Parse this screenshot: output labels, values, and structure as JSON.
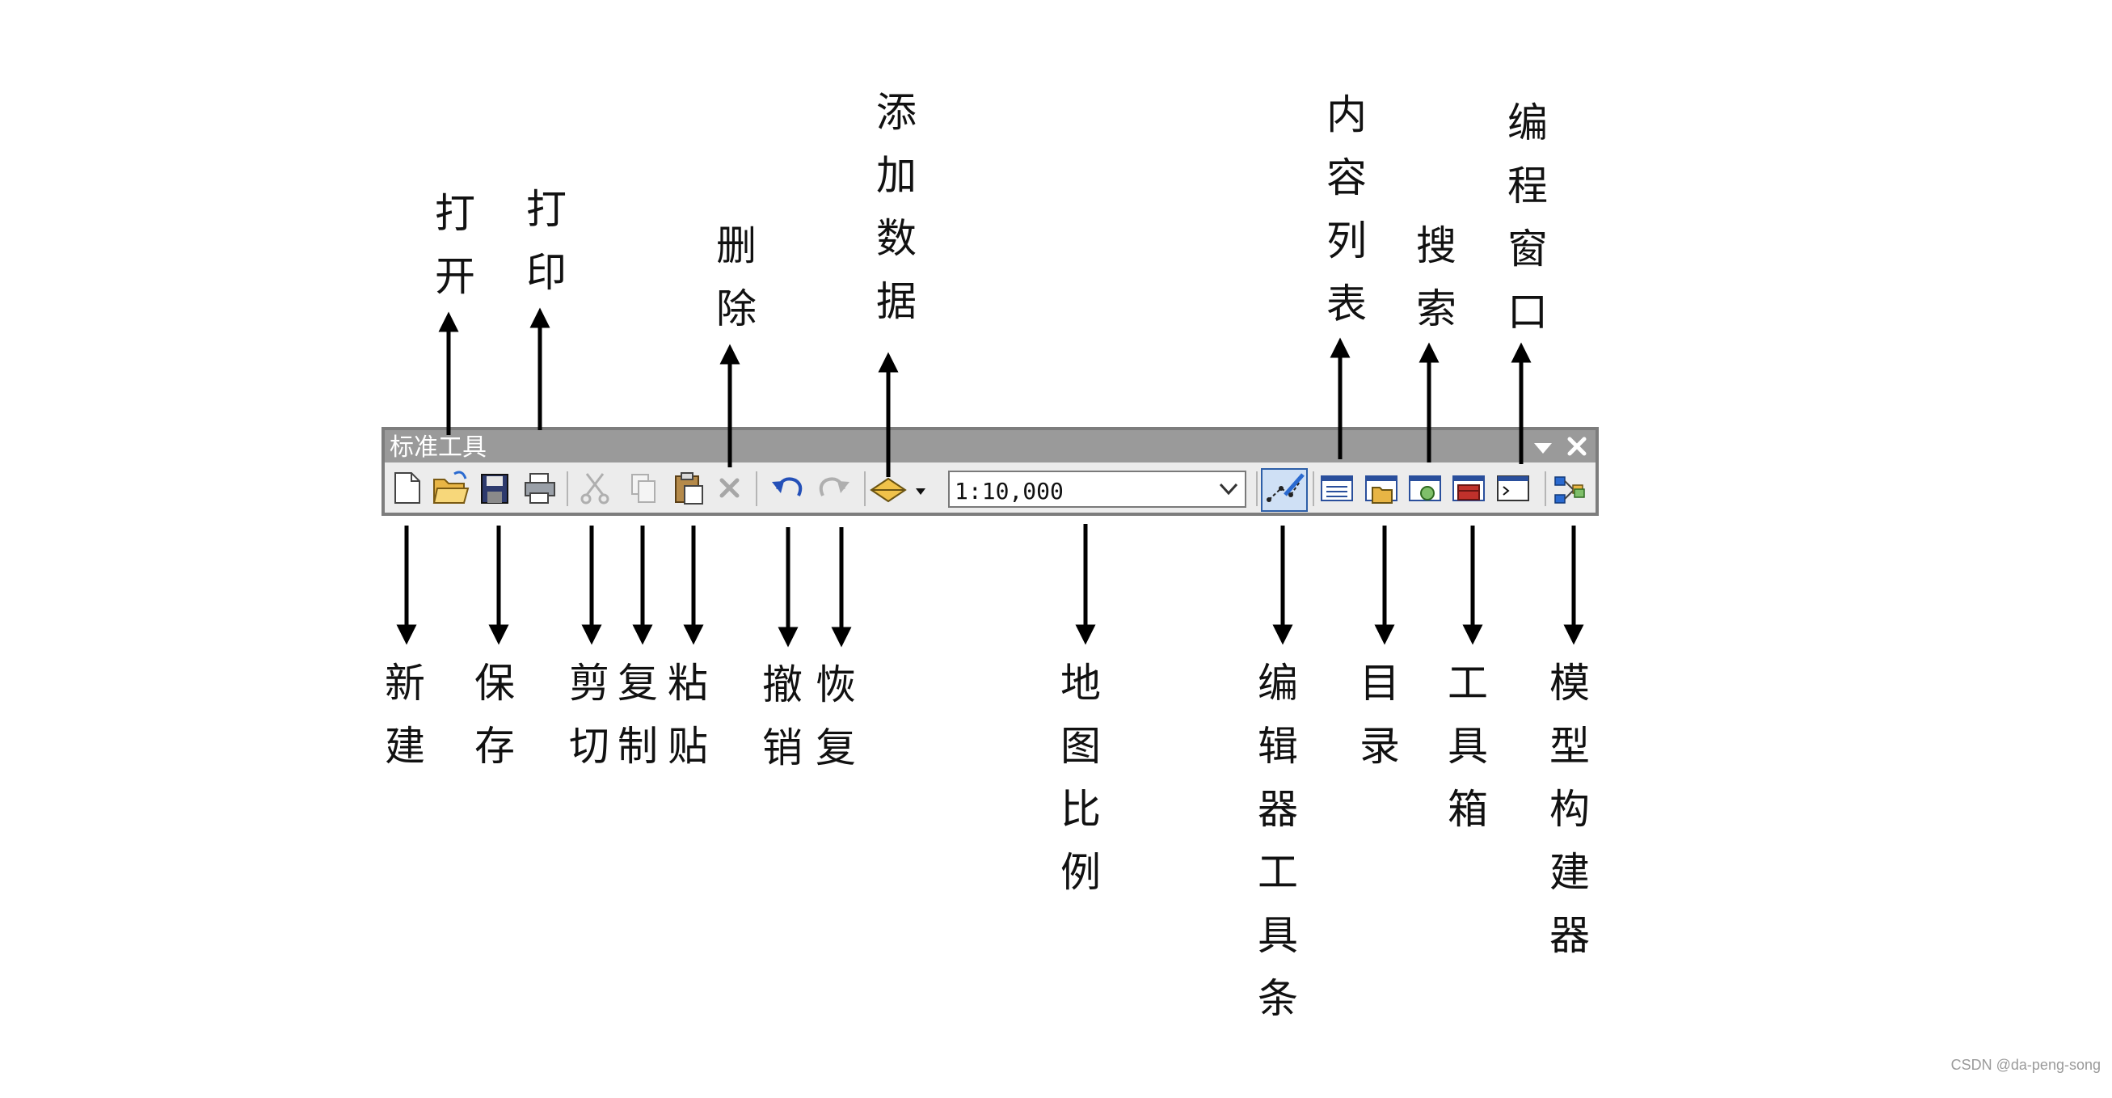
{
  "toolbar": {
    "title": "标准工具",
    "scale_value": "1:10,000",
    "title_bar_color": "#9a9a9a",
    "body_color": "#ececec"
  },
  "labels": {
    "open": "打\n开",
    "print": "打\n印",
    "delete": "删\n除",
    "add_data": "添\n加\n数\n据",
    "toc": "内\n容\n列\n表",
    "search": "搜\n索",
    "python": "编\n程\n窗\n口",
    "new": "新\n建",
    "save": "保\n存",
    "cut": "剪\n切",
    "copy": "复\n制",
    "paste": "粘\n贴",
    "undo": "撤\n销",
    "redo": "恢\n复",
    "map_scale": "地\n图\n比\n例",
    "editor": "编\n辑\n器\n工\n具\n条",
    "catalog": "目\n录",
    "toolbox": "工\n具\n箱",
    "modelbuilder": "模\n型\n构\n建\n器"
  },
  "watermark": "CSDN @da-peng-song"
}
